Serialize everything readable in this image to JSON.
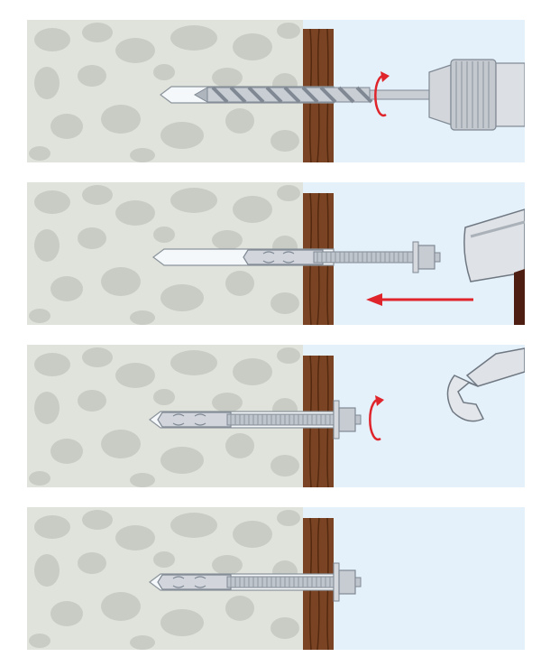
{
  "diagram": {
    "kind": "anchor-installation-steps",
    "colors": {
      "concrete": "#e0e3db",
      "aggregate": "#c8ccc4",
      "timber": "#7a4424",
      "timber_grain": "#53290f",
      "air": "#e4f1fa",
      "steel": "#c9ced5",
      "steel_dark": "#7f8893",
      "arrow": "#e0242b",
      "hammer_handle": "#4f1e12"
    },
    "steps": [
      {
        "name": "step-1-drill",
        "icons": [
          "drill-bit-icon",
          "drill-chuck-icon",
          "rotation-arrow-icon"
        ]
      },
      {
        "name": "step-2-insert",
        "icons": [
          "anchor-bolt-icon",
          "hammer-icon",
          "insert-direction-arrow-icon"
        ]
      },
      {
        "name": "step-3-tighten",
        "icons": [
          "anchor-bolt-icon",
          "wrench-icon",
          "rotation-arrow-icon"
        ]
      },
      {
        "name": "step-4-installed",
        "icons": [
          "anchor-bolt-icon"
        ]
      }
    ]
  }
}
